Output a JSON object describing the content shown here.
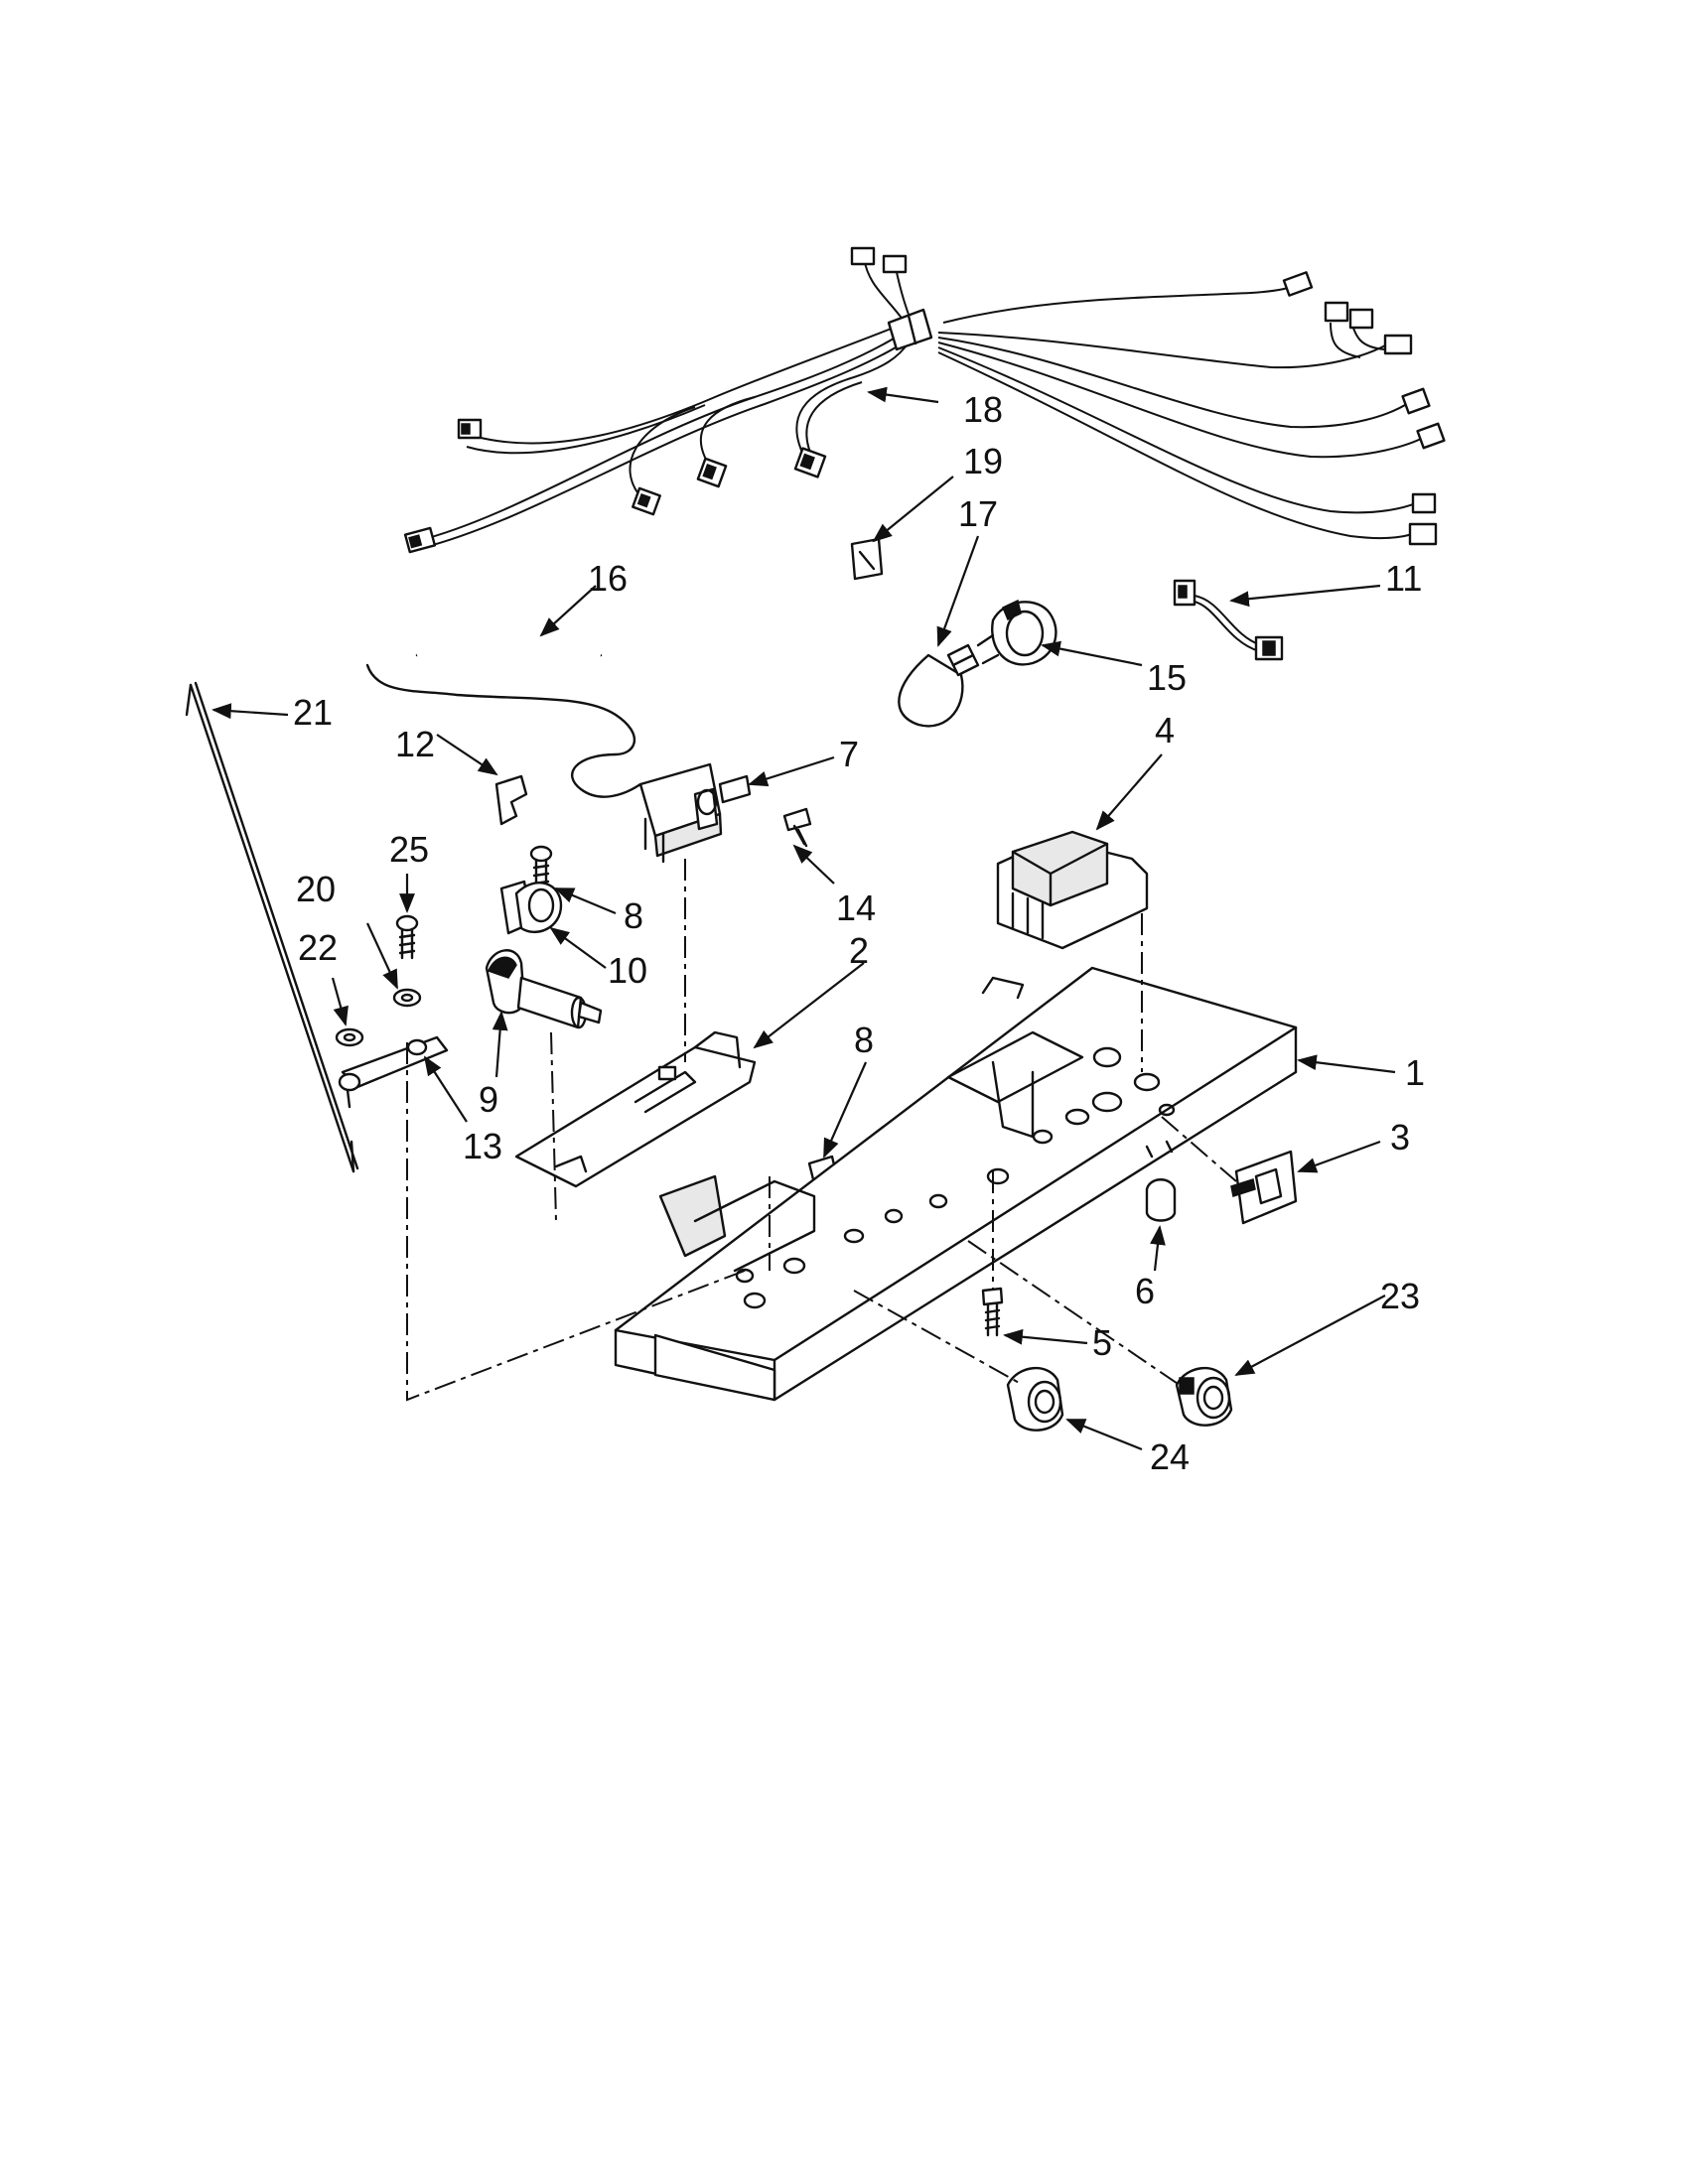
{
  "callouts": [
    {
      "id": "c1",
      "label": "1"
    },
    {
      "id": "c2",
      "label": "2"
    },
    {
      "id": "c3",
      "label": "3"
    },
    {
      "id": "c4",
      "label": "4"
    },
    {
      "id": "c5",
      "label": "5"
    },
    {
      "id": "c6",
      "label": "6"
    },
    {
      "id": "c7",
      "label": "7"
    },
    {
      "id": "c8a",
      "label": "8"
    },
    {
      "id": "c8b",
      "label": "8"
    },
    {
      "id": "c9",
      "label": "9"
    },
    {
      "id": "c10",
      "label": "10"
    },
    {
      "id": "c11",
      "label": "11"
    },
    {
      "id": "c12",
      "label": "12"
    },
    {
      "id": "c13",
      "label": "13"
    },
    {
      "id": "c14",
      "label": "14"
    },
    {
      "id": "c15",
      "label": "15"
    },
    {
      "id": "c16",
      "label": "16"
    },
    {
      "id": "c17",
      "label": "17"
    },
    {
      "id": "c18",
      "label": "18"
    },
    {
      "id": "c19",
      "label": "19"
    },
    {
      "id": "c20",
      "label": "20"
    },
    {
      "id": "c21",
      "label": "21"
    },
    {
      "id": "c22",
      "label": "22"
    },
    {
      "id": "c23",
      "label": "23"
    },
    {
      "id": "c24",
      "label": "24"
    },
    {
      "id": "c25",
      "label": "25"
    }
  ]
}
